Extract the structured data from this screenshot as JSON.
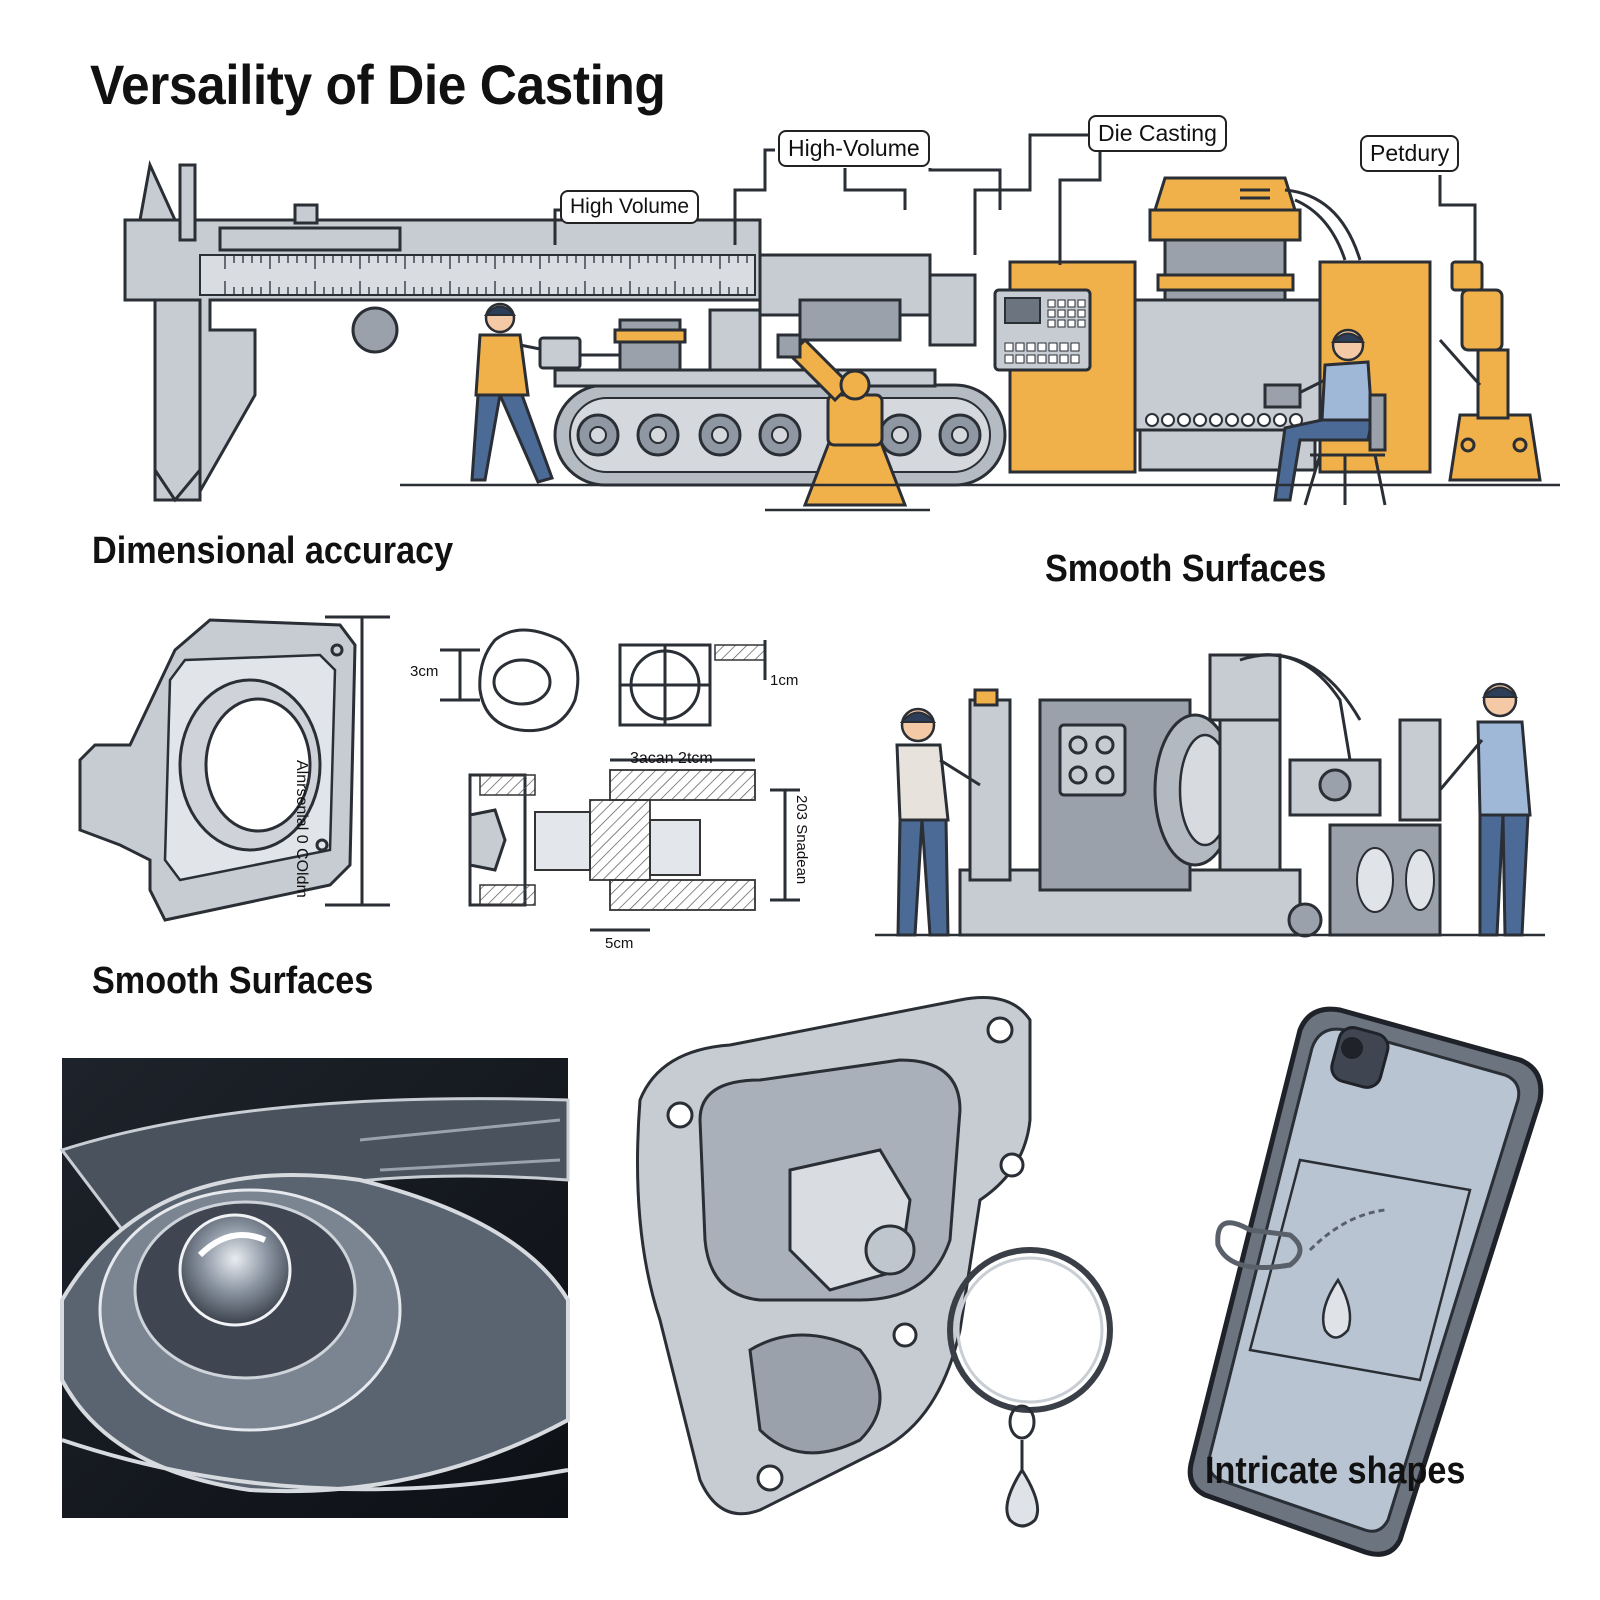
{
  "title": "Versaility of Die Casting",
  "callouts": {
    "high_volume": "High Volume",
    "high_volume_hyphen": "High-Volume",
    "die_casting": "Die Casting",
    "petdury": "Petdury"
  },
  "headings": {
    "dimensional_accuracy": "Dimensional accuracy",
    "smooth_surfaces_right": "Smooth Surfaces",
    "smooth_surfaces_left": "Smooth Surfaces",
    "intricate_shapes": "Intricate shapes"
  },
  "dimensions": {
    "part_height": "Alnrsenial 0 COldm",
    "ring_width": "3cm",
    "top_right_offset": "1cm",
    "section_top": "3acan 2tcm",
    "section_height": "203 Snadean",
    "section_bottom": "5cm"
  },
  "colors": {
    "machine_orange": "#f0b04a",
    "metal_grey": "#c7ccd3",
    "dark_metal": "#9aa1ab",
    "worker_blue": "#4b6a96"
  },
  "icons": [
    "caliper",
    "conveyor",
    "robot-arm",
    "die-press",
    "control-panel",
    "cast-part",
    "headlight",
    "keychain",
    "phone-case"
  ]
}
